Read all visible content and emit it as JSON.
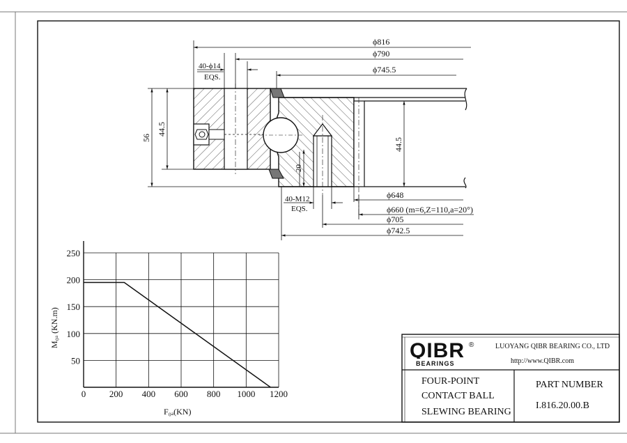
{
  "drawing": {
    "dim_816": "ϕ816",
    "dim_790": "ϕ790",
    "dim_745_5": "ϕ745.5",
    "dim_648": "ϕ648",
    "dim_660": "ϕ660 (m=6,Z=110,a=20°)",
    "dim_705": "ϕ705",
    "dim_742_5": "ϕ742.5",
    "dim_56": "56",
    "dim_44_5_left": "44.5",
    "dim_44_5_right": "44.5",
    "dim_20": "20",
    "holes_outer": "40-ϕ14",
    "holes_outer_eqs": "EQS.",
    "holes_inner": "40-M12",
    "holes_inner_eqs": "EQS."
  },
  "chart_data": {
    "type": "line",
    "x": [
      0,
      250,
      1150
    ],
    "series": [
      {
        "values": [
          195,
          195,
          0
        ]
      }
    ],
    "x_ticks": [
      "0",
      "200",
      "400",
      "600",
      "800",
      "1000",
      "1200"
    ],
    "y_ticks": [
      "50",
      "100",
      "150",
      "200",
      "250"
    ],
    "xlabel": "F₀ₐ(KN)",
    "ylabel": "M₀ₐ (KN.m)",
    "xlim": [
      0,
      1200
    ],
    "ylim": [
      0,
      250
    ],
    "grid": true
  },
  "title_block": {
    "logo": "QIBR",
    "logo_sub": "BEARINGS",
    "registered": "®",
    "company": "LUOYANG QIBR BEARING CO., LTD",
    "url": "http://www.QIBR.com",
    "desc_line1": "FOUR-POINT",
    "desc_line2": "CONTACT BALL",
    "desc_line3": "SLEWING BEARING",
    "part_label": "PART NUMBER",
    "part_value": "I.816.20.00.B"
  }
}
